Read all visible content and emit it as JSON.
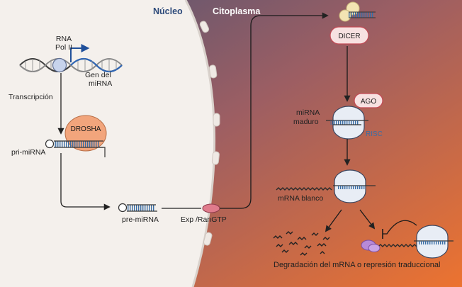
{
  "regions": {
    "nucleus": "Núcleo",
    "cytoplasm": "Citoplasma"
  },
  "labels": {
    "rna_pol_line1": "RNA",
    "rna_pol_line2": "Pol II",
    "gene_line1": "Gen del",
    "gene_line2": "miRNA",
    "transcription": "Transcripción",
    "drosha": "DROSHA",
    "pri_mirna": "pri-miRNA",
    "pre_mirna": "pre-miRNA",
    "exportin": "Exp /RanGTP",
    "dicer": "DICER",
    "ago": "AGO",
    "mature_line1": "miRNA",
    "mature_line2": "maduro",
    "risc": "RISC",
    "target_mrna": "mRNA blanco",
    "outcome": "Degradación del mRNA o represión traduccional"
  },
  "colors": {
    "nucleus_bg": "#f4f0ec",
    "cytoplasm_top": "#5a5f7e",
    "cytoplasm_bottom": "#e3702f",
    "rna_strand": "#3a6ea5",
    "dna_strand": "#444444",
    "enzyme_fill": "#f7e1e1",
    "drosha_fill": "#f2a57c",
    "risc_text": "#3a6ea5",
    "polymerase_fill": "#c7d3ec",
    "repressor_fill": "#b78ad8"
  }
}
